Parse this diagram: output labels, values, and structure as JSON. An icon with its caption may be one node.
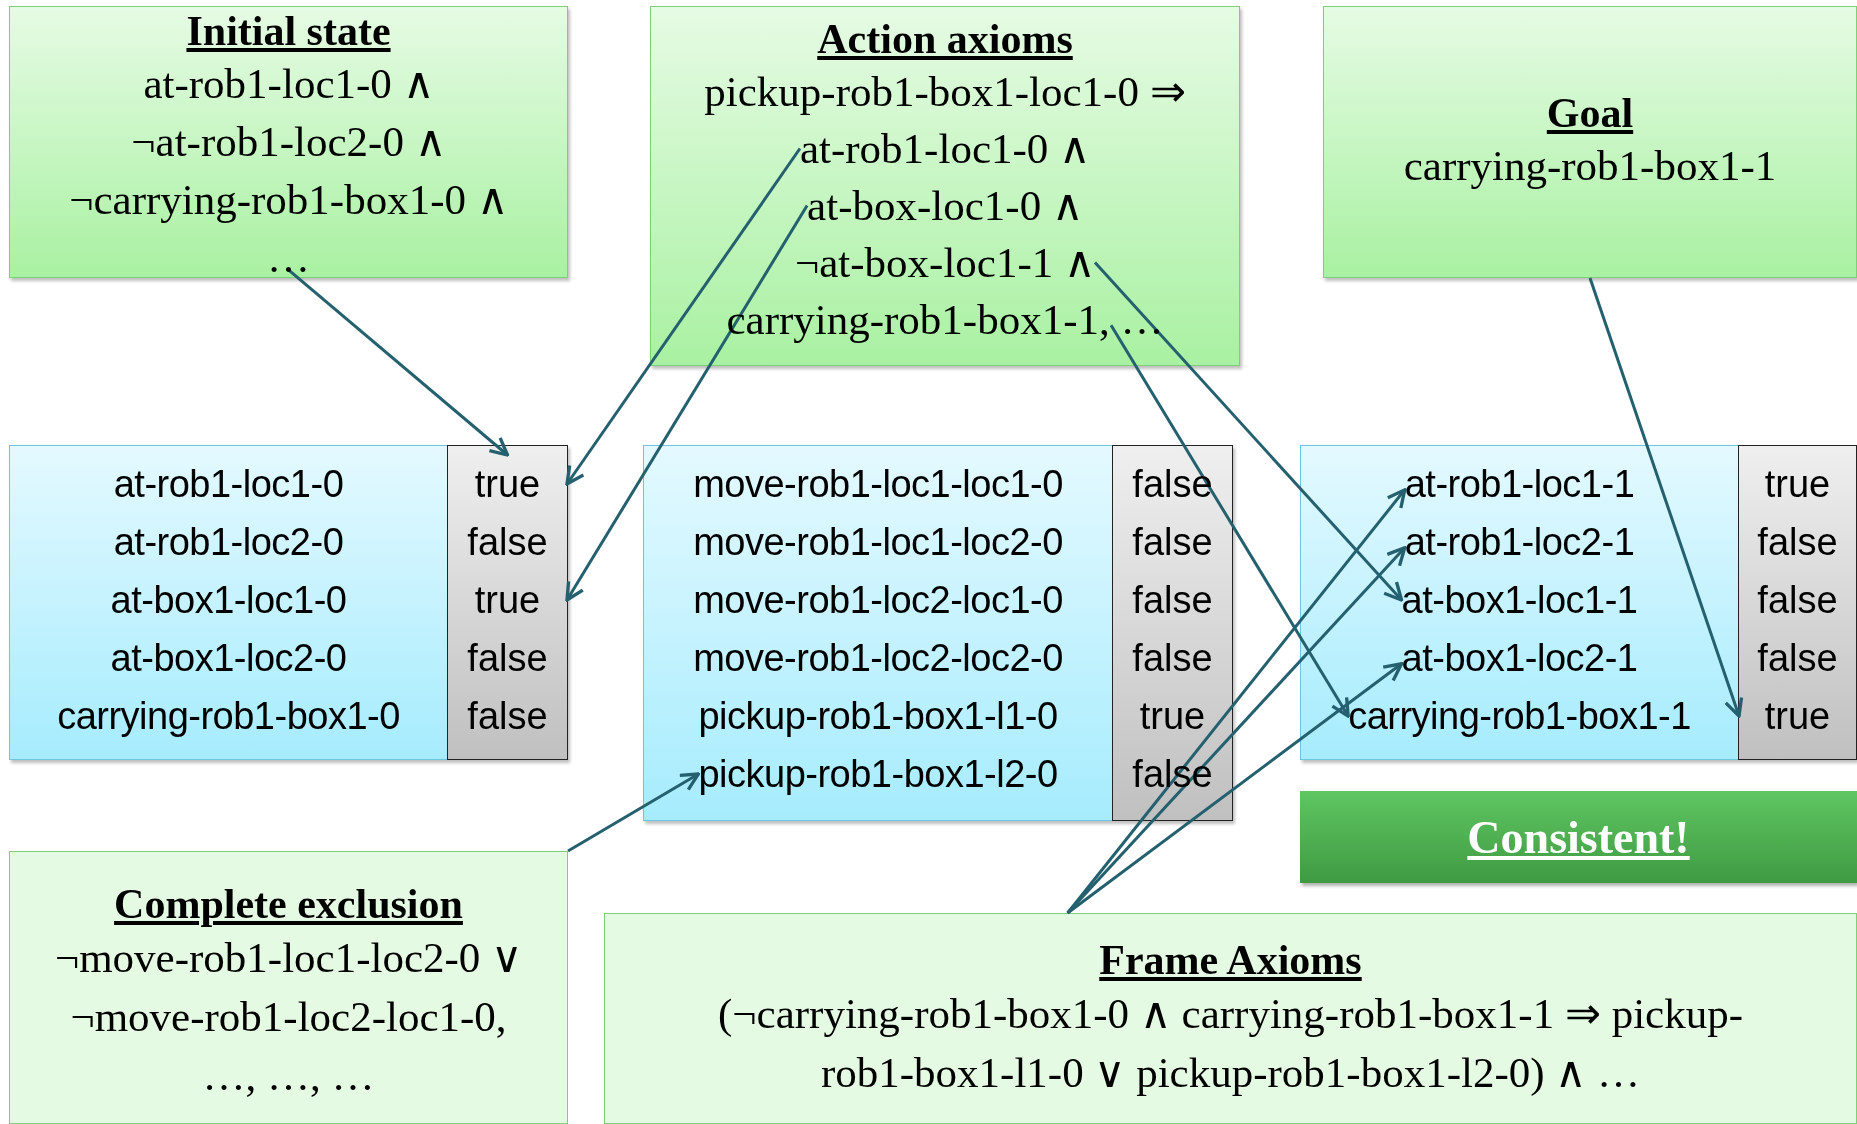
{
  "diagram": {
    "nodes": [
      {
        "text": [
          "Initial state",
          "at-rob1-loc1-0 ∧",
          "¬at-rob1-loc2-0 ∧",
          "¬carrying-rob1-box1-0 ∧",
          "…"
        ]
      },
      {
        "text": [
          "Action axioms",
          "pickup-rob1-box1-loc1-0 ⇒"
        ]
      },
      {
        "text": [
          "at-rob1-loc1-0 ∧"
        ],
        "in": 1
      },
      {
        "text": [
          "at-box-loc1-0 ∧"
        ],
        "in": 1
      },
      {
        "text": [
          "¬at-box-loc1-1 ∧"
        ],
        "in": 1
      },
      {
        "text": [
          "carrying-rob1-box1-1, …"
        ],
        "in": 1
      },
      {
        "text": [
          "Goal",
          "carrying-rob1-box1-1"
        ]
      },
      {
        "text": [],
        "shape": "box"
      },
      {
        "text": [
          "at-rob1-loc1-0"
        ],
        "in": 7
      },
      {
        "text": [
          "at-rob1-loc2-0"
        ],
        "in": 7
      },
      {
        "text": [
          "at-box1-loc1-0"
        ],
        "in": 7
      },
      {
        "text": [
          "at-box1-loc2-0"
        ],
        "in": 7
      },
      {
        "text": [
          "carrying-rob1-box1-0"
        ],
        "in": 7
      },
      {
        "text": [],
        "shape": "box",
        "in": 7
      },
      {
        "text": [
          "true"
        ],
        "in": 13
      },
      {
        "text": [
          "false"
        ],
        "in": 13
      },
      {
        "text": [
          "true"
        ],
        "in": 13
      },
      {
        "text": [
          "false"
        ],
        "in": 13
      },
      {
        "text": [
          "false"
        ],
        "in": 13
      },
      {
        "text": [],
        "shape": "box"
      },
      {
        "text": [
          "move-rob1-loc1-loc1-0"
        ],
        "in": 19
      },
      {
        "text": [
          "move-rob1-loc1-loc2-0"
        ],
        "in": 19
      },
      {
        "text": [
          "move-rob1-loc2-loc1-0"
        ],
        "in": 19
      },
      {
        "text": [
          "move-rob1-loc2-loc2-0"
        ],
        "in": 19
      },
      {
        "text": [
          "pickup-rob1-box1-l1-0"
        ],
        "in": 19
      },
      {
        "text": [
          "pickup-rob1-box1-l2-0"
        ],
        "in": 19
      },
      {
        "text": [],
        "shape": "box",
        "in": 19
      },
      {
        "text": [
          "false"
        ],
        "in": 26
      },
      {
        "text": [
          "false"
        ],
        "in": 26
      },
      {
        "text": [
          "false"
        ],
        "in": 26
      },
      {
        "text": [
          "false"
        ],
        "in": 26
      },
      {
        "text": [
          "true"
        ],
        "in": 26
      },
      {
        "text": [
          "false"
        ],
        "in": 26
      },
      {
        "text": [],
        "shape": "box"
      },
      {
        "text": [
          "at-rob1-loc1-1"
        ],
        "in": 33
      },
      {
        "text": [
          "at-rob1-loc2-1"
        ],
        "in": 33
      },
      {
        "text": [
          "at-box1-loc1-1"
        ],
        "in": 33
      },
      {
        "text": [
          "at-box1-loc2-1"
        ],
        "in": 33
      },
      {
        "text": [
          "carrying-rob1-box1-1"
        ],
        "in": 33
      },
      {
        "text": [],
        "shape": "box",
        "in": 33
      },
      {
        "text": [
          "true"
        ],
        "in": 39
      },
      {
        "text": [
          "false"
        ],
        "in": 39
      },
      {
        "text": [
          "false"
        ],
        "in": 39
      },
      {
        "text": [
          "false"
        ],
        "in": 39
      },
      {
        "text": [
          "true"
        ],
        "in": 39
      },
      {
        "text": [
          "Consistent!"
        ]
      },
      {
        "text": [
          "Complete exclusion",
          "¬move-rob1-loc1-loc2-0 ∨",
          "¬move-rob1-loc2-loc1-0,",
          "…, …, …"
        ]
      },
      {
        "text": [
          "Frame Axioms",
          "(¬carrying-rob1-box1-0 ∧ carrying-rob1-box1-1 ⇒ pickup-rob1-box1-l1-0 ∨ pickup-rob1-box1-l2-0) ∧ …"
        ]
      }
    ],
    "edges": [
      {
        "from": 0,
        "to": 14,
        "arrow": "to"
      },
      {
        "from": 2,
        "to": 14,
        "arrow": "to"
      },
      {
        "from": 3,
        "to": 16,
        "arrow": "to"
      },
      {
        "from": 4,
        "to": 36,
        "arrow": "to"
      },
      {
        "from": 5,
        "to": 38,
        "arrow": "to"
      },
      {
        "from": 6,
        "to": 44,
        "arrow": "to"
      },
      {
        "from": 46,
        "to": 25,
        "arrow": "to"
      },
      {
        "from": 47,
        "to": 34,
        "arrow": "to"
      },
      {
        "from": 47,
        "to": 35,
        "arrow": "to"
      },
      {
        "from": 47,
        "to": 37,
        "arrow": "to"
      }
    ]
  }
}
